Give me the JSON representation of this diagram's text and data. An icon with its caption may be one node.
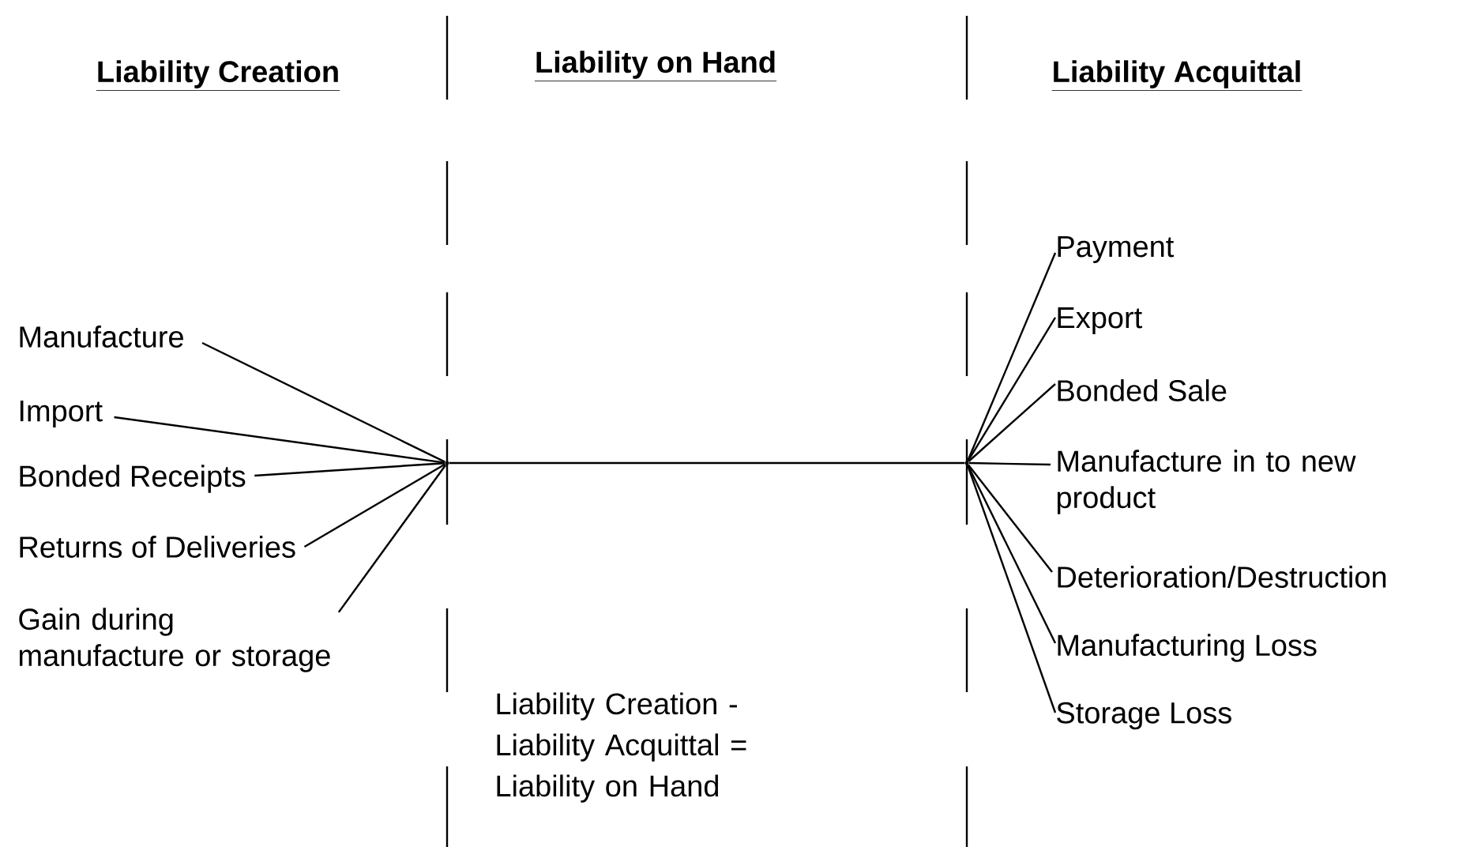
{
  "diagram": {
    "nodes": [
      {
        "text": [
          "Manufacture"
        ]
      },
      {
        "text": [
          "Import"
        ]
      },
      {
        "text": [
          "Bonded Receipts"
        ]
      },
      {
        "text": [
          "Returns of Deliveries"
        ]
      },
      {
        "text": [
          "Gain during manufacture or storage"
        ]
      },
      {
        "text": [],
        "shape": "point"
      },
      {
        "text": [],
        "shape": "point"
      },
      {
        "text": [
          "Payment"
        ]
      },
      {
        "text": [
          "Export"
        ]
      },
      {
        "text": [
          "Bonded Sale"
        ]
      },
      {
        "text": [
          "Manufacture in to new product"
        ]
      },
      {
        "text": [
          "Deterioration/Destruction"
        ]
      },
      {
        "text": [
          "Manufacturing Loss"
        ]
      },
      {
        "text": [
          "Storage Loss"
        ]
      }
    ],
    "edges": [
      {
        "from": 0,
        "to": 5,
        "arrow": "none"
      },
      {
        "from": 1,
        "to": 5,
        "arrow": "none"
      },
      {
        "from": 2,
        "to": 5,
        "arrow": "none"
      },
      {
        "from": 3,
        "to": 5,
        "arrow": "none"
      },
      {
        "from": 4,
        "to": 5,
        "arrow": "none"
      },
      {
        "from": 5,
        "to": 6,
        "arrow": "none"
      },
      {
        "from": 6,
        "to": 7,
        "arrow": "none"
      },
      {
        "from": 6,
        "to": 8,
        "arrow": "none"
      },
      {
        "from": 6,
        "to": 9,
        "arrow": "none"
      },
      {
        "from": 6,
        "to": 10,
        "arrow": "none"
      },
      {
        "from": 6,
        "to": 11,
        "arrow": "none"
      },
      {
        "from": 6,
        "to": 12,
        "arrow": "none"
      },
      {
        "from": 6,
        "to": 13,
        "arrow": "none"
      }
    ],
    "labels": [
      "Liability Creation",
      "Liability on Hand",
      "Liability Acquittal",
      "Liability Creation - Liability Acquittal = Liability on Hand"
    ]
  }
}
